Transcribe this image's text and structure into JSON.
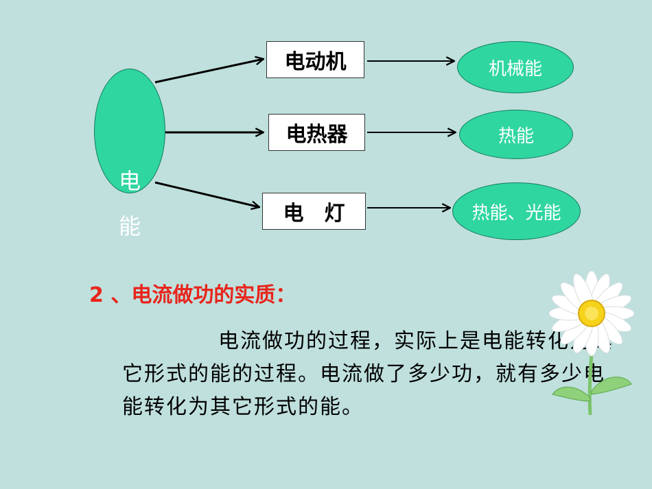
{
  "source": {
    "line1": "电",
    "line2": "能"
  },
  "devices": [
    {
      "label": "电动机",
      "output": "机械能"
    },
    {
      "label": "电热器",
      "output": "热能"
    },
    {
      "label": "电　灯",
      "output": "热能、光能"
    }
  ],
  "section": {
    "heading": "2 、电流做功的实质：",
    "paragraph": "电流做功的过程，实际上是电能转化为其它形式的能的过程。电流做了多少功，就有多少电能转化为其它形式的能。"
  },
  "colors": {
    "background": "#bfe0dd",
    "ellipse_fill": "#2fd6a0",
    "heading": "#e8241b"
  }
}
